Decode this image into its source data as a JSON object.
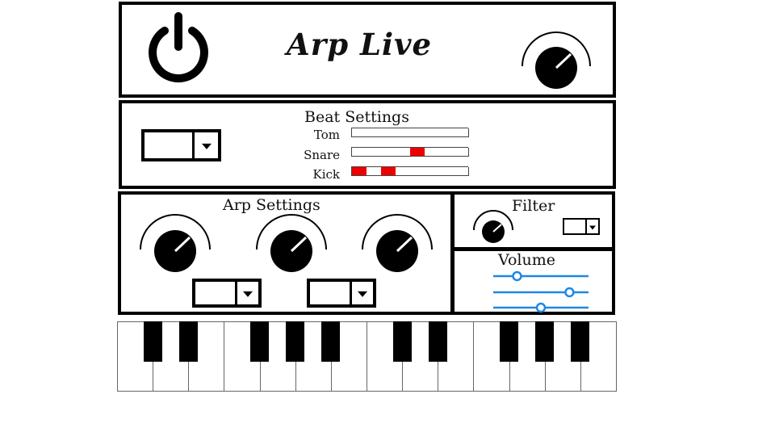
{
  "header": {
    "title": "Arp Live"
  },
  "beat": {
    "title": "Beat Settings",
    "rows": [
      {
        "label": "Tom",
        "steps": [
          0,
          0,
          0,
          0,
          0,
          0,
          0,
          0
        ]
      },
      {
        "label": "Snare",
        "steps": [
          0,
          0,
          0,
          0,
          1,
          0,
          0,
          0
        ]
      },
      {
        "label": "Kick",
        "steps": [
          1,
          0,
          1,
          0,
          0,
          0,
          0,
          0
        ]
      }
    ]
  },
  "arp": {
    "title": "Arp Settings"
  },
  "filter": {
    "title": "Filter"
  },
  "volume": {
    "title": "Volume",
    "levels": [
      0.25,
      0.8,
      0.5
    ]
  },
  "colors": {
    "accent": "#1e88e5",
    "active_step": "#e00000",
    "ink": "#000000"
  },
  "icons": [
    "power-icon",
    "knob-icon",
    "dropdown-arrow-icon",
    "slider-thumb-icon"
  ],
  "piano": {
    "white_keys": 14,
    "black_keys": 10
  }
}
